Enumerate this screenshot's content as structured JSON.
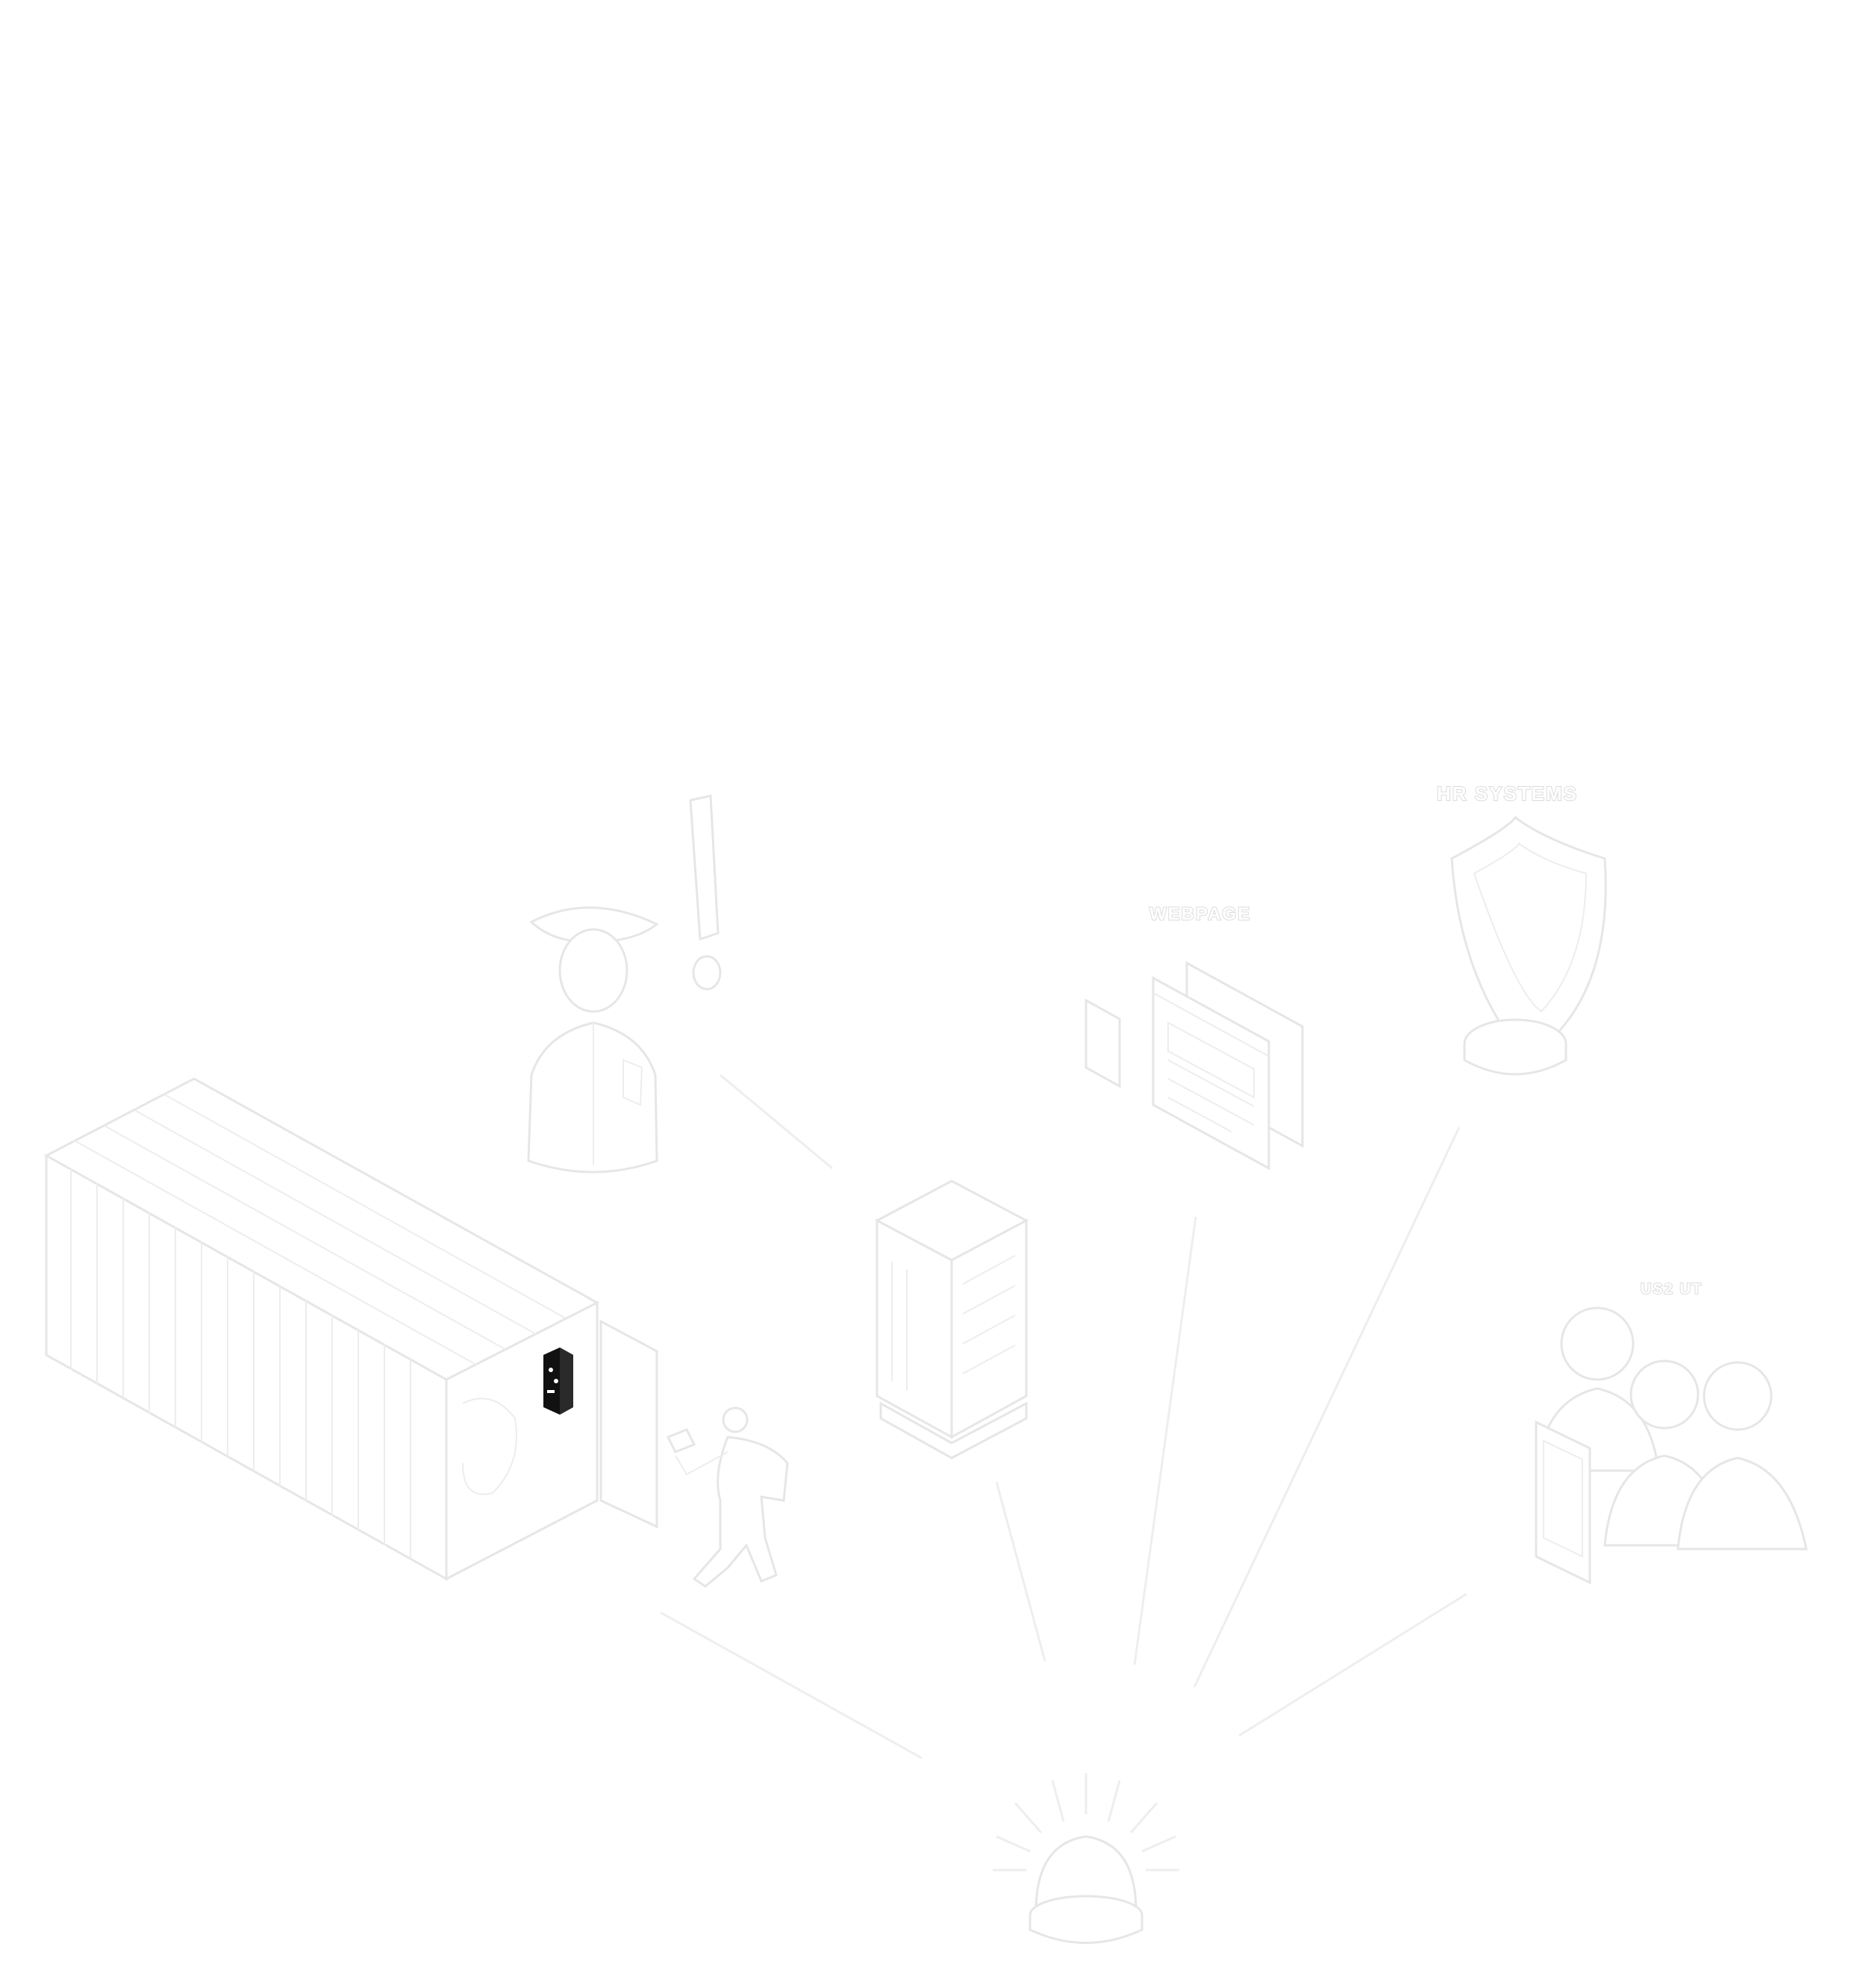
{
  "labels": {
    "hr_systems": "HR SYSTEMS",
    "webpage": "WEBPAGE",
    "people": "US2 UT"
  },
  "colors": {
    "background": "#ffffff",
    "outline": "#e6e6e6",
    "connector": "#eeeeee",
    "device": "#111111"
  },
  "icons": [
    "security-guard-icon",
    "exclamation-icon",
    "webpage-icon",
    "shield-icon",
    "server-rack-icon",
    "shipping-container-icon",
    "alarm-device-icon",
    "intruder-icon",
    "people-group-icon",
    "siren-icon"
  ]
}
